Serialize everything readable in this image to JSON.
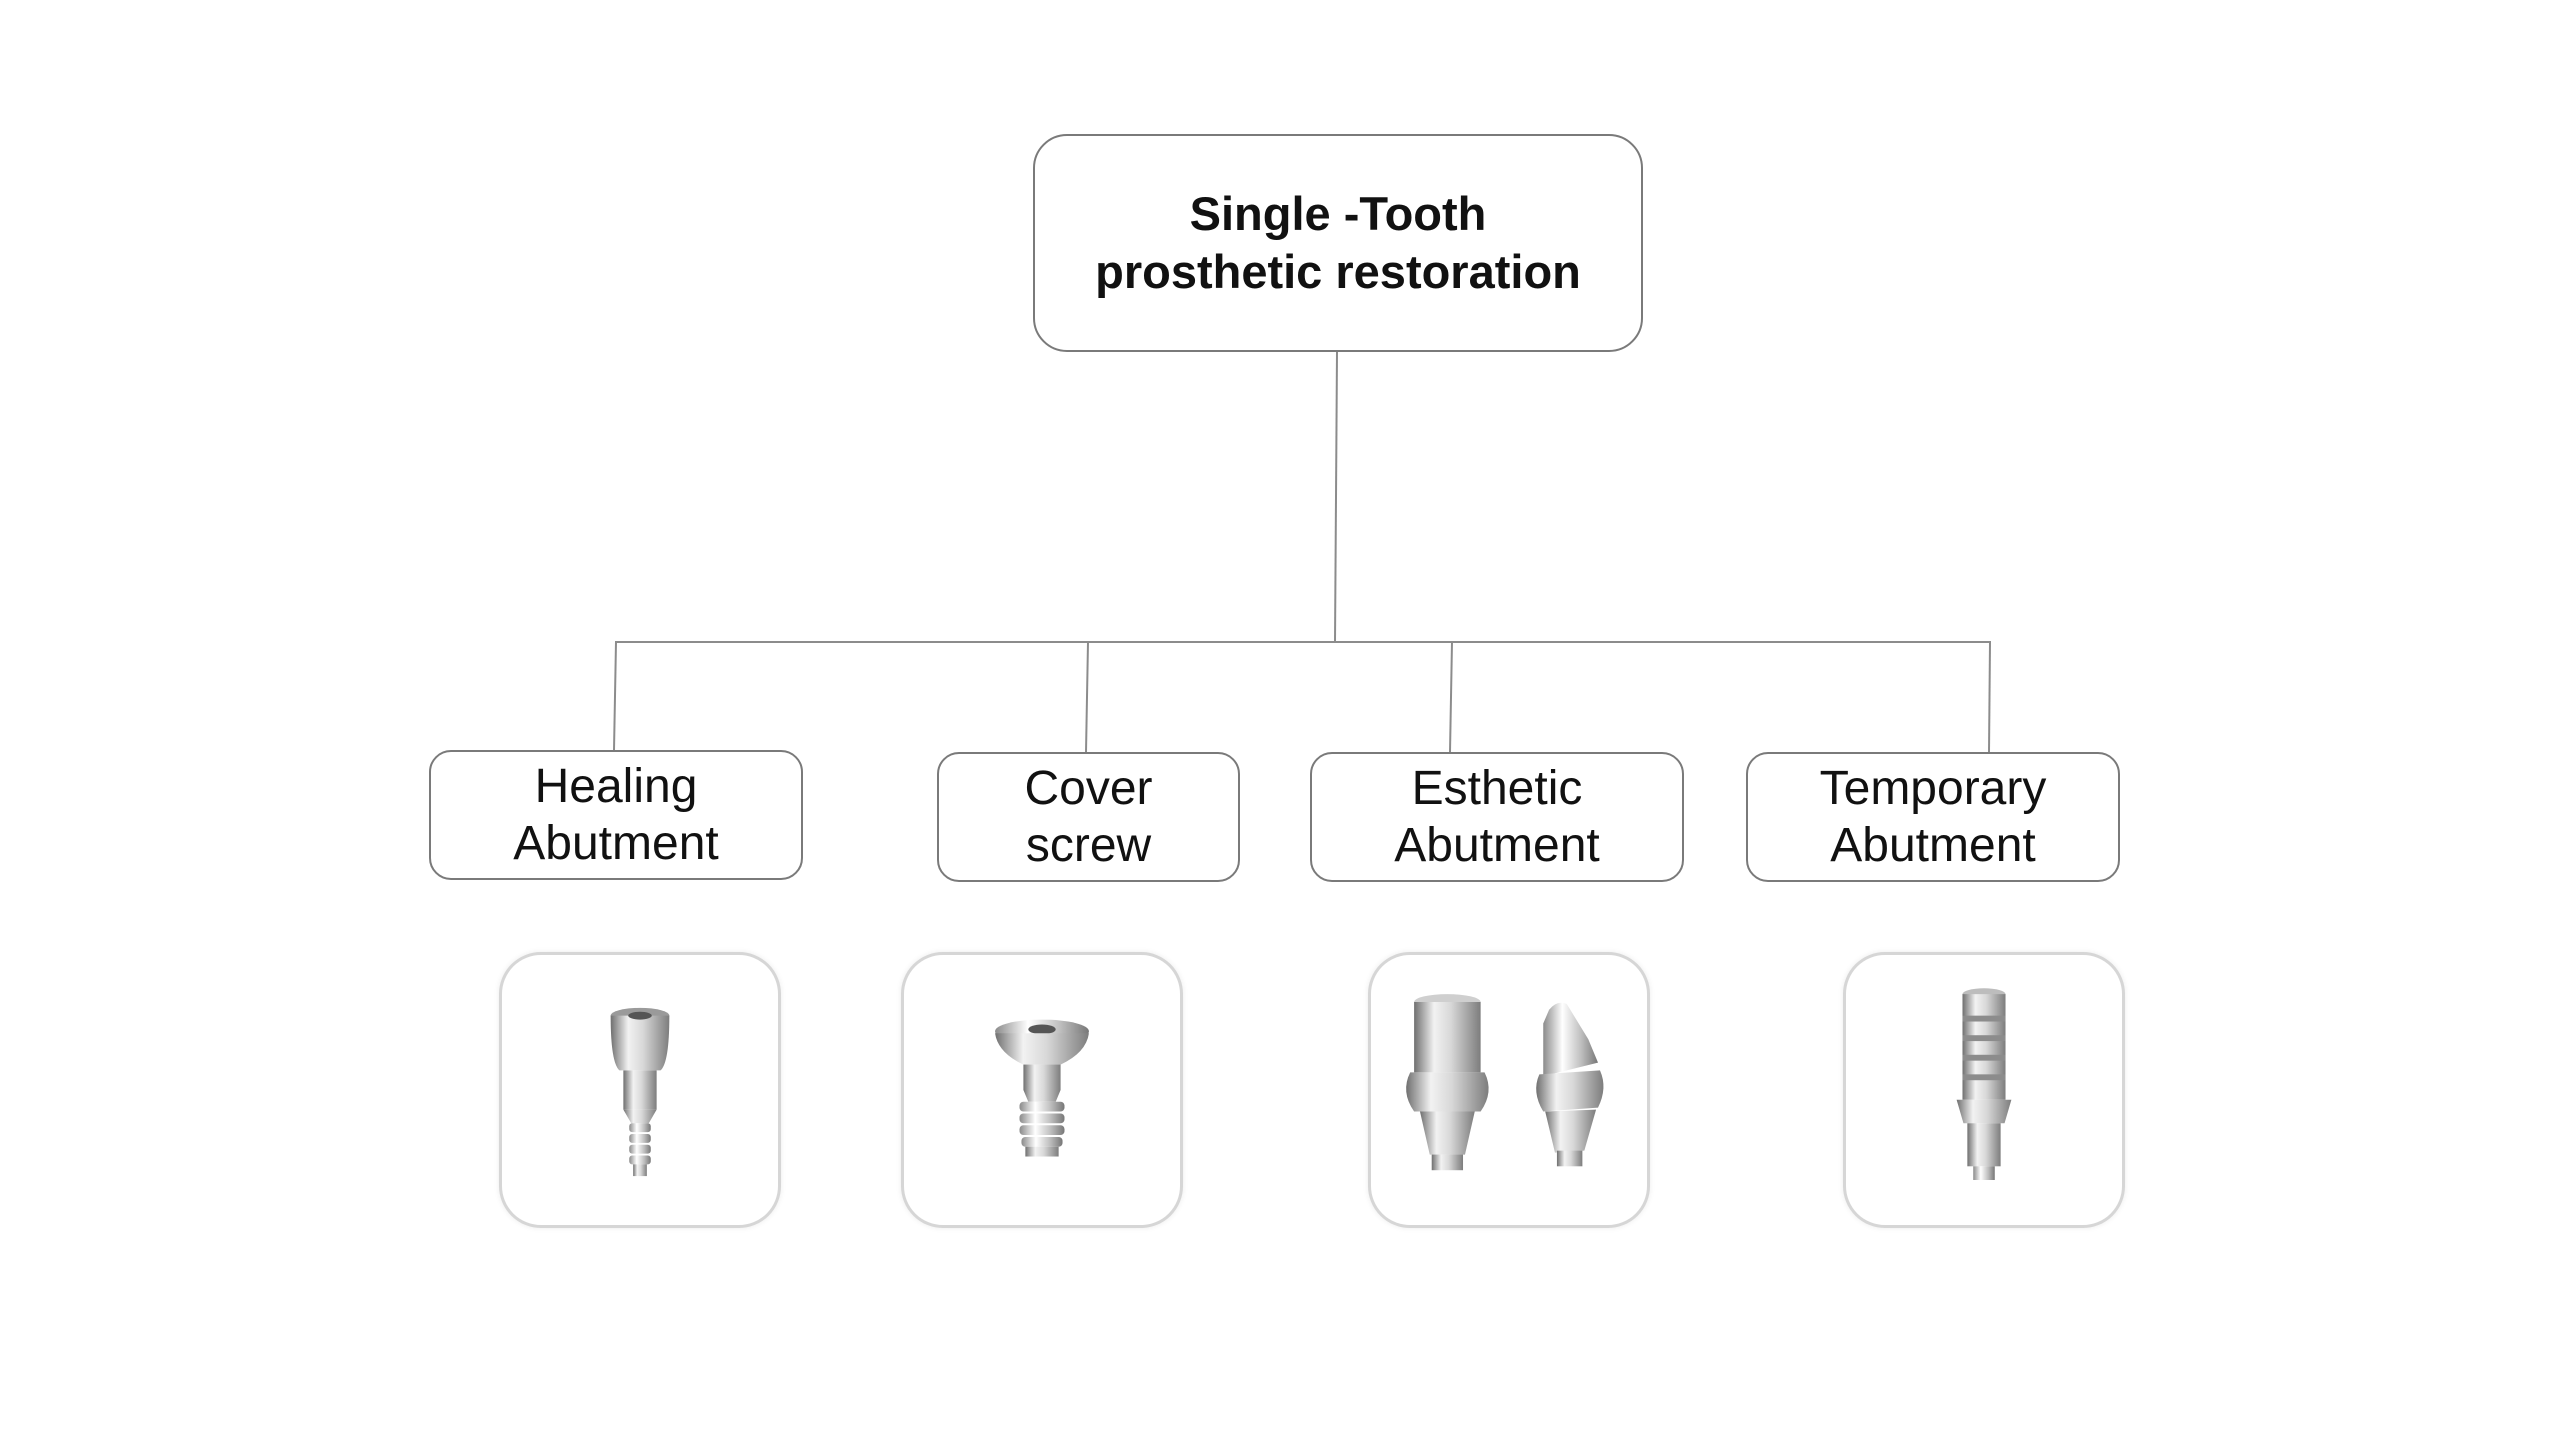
{
  "diagram": {
    "root": {
      "line1": "Single -Tooth",
      "line2": "prosthetic restoration"
    },
    "children": [
      {
        "line1": "Healing",
        "line2": "Abutment",
        "icon": "healing-abutment-icon"
      },
      {
        "line1": "Cover",
        "line2": "screw",
        "icon": "cover-screw-icon"
      },
      {
        "line1": "Esthetic",
        "line2": "Abutment",
        "icon": "esthetic-abutment-icon"
      },
      {
        "line1": "Temporary",
        "line2": "Abutment",
        "icon": "temporary-abutment-icon"
      }
    ]
  },
  "colors": {
    "border": "#7a7a7a",
    "connector": "#8c8c8c",
    "image_frame": "#d6d6d6",
    "metal_light": "#f2f2f2",
    "metal_mid": "#b9b9b9",
    "metal_dark": "#6f6f6f"
  }
}
